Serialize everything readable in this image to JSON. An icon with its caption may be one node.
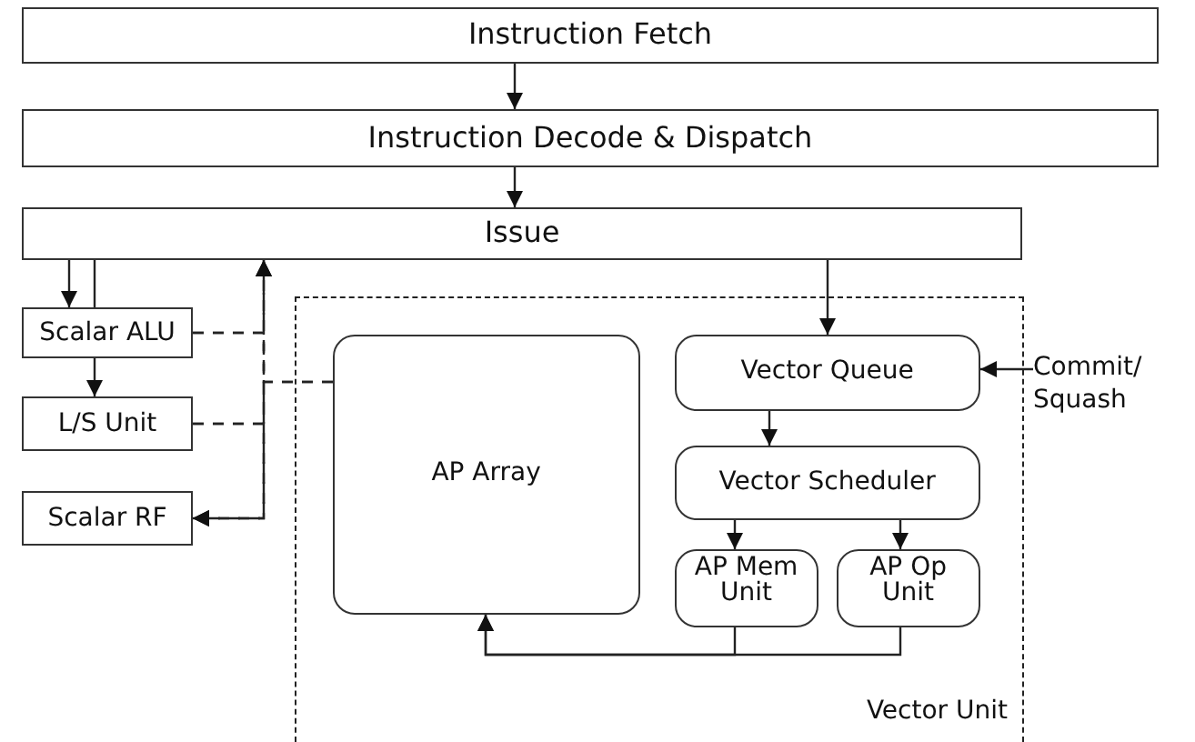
{
  "diagram": {
    "nodes": [
      {
        "text": [
          "Instruction Fetch"
        ]
      },
      {
        "text": [
          "Instruction Decode & Dispatch"
        ]
      },
      {
        "text": [
          "Issue"
        ]
      },
      {
        "text": [
          "Vector Unit"
        ]
      },
      {
        "text": [
          "Scalar ALU"
        ]
      },
      {
        "text": [
          "L/S Unit"
        ]
      },
      {
        "text": [
          "Scalar RF"
        ]
      },
      {
        "text": [
          "AP Array"
        ],
        "in": 3
      },
      {
        "text": [
          "Vector Queue"
        ],
        "in": 3
      },
      {
        "text": [
          "Vector Scheduler"
        ],
        "in": 3
      },
      {
        "text": [
          "AP Mem Unit"
        ],
        "in": 3
      },
      {
        "text": [
          "AP Op Unit"
        ],
        "in": 3
      },
      {
        "text": [
          "Commit/ Squash"
        ]
      }
    ],
    "edges": [
      {
        "from": 0,
        "to": 1,
        "arrow": "to"
      },
      {
        "from": 1,
        "to": 2,
        "arrow": "to"
      },
      {
        "from": 2,
        "to": 4,
        "arrow": "to"
      },
      {
        "from": 2,
        "to": 4,
        "arrow": "none"
      },
      {
        "from": 4,
        "to": 5,
        "arrow": "to"
      },
      {
        "from": 4,
        "to": 2,
        "arrow": "to",
        "style": "dashed"
      },
      {
        "from": 5,
        "to": 2,
        "arrow": "to",
        "style": "dashed"
      },
      {
        "from": 7,
        "to": 2,
        "arrow": "to",
        "style": "dashed"
      },
      {
        "from": 7,
        "to": 6,
        "arrow": "to",
        "style": "dashed"
      },
      {
        "from": 4,
        "to": 6,
        "arrow": "to",
        "style": "dashed"
      },
      {
        "from": 5,
        "to": 6,
        "arrow": "to",
        "style": "dashed"
      },
      {
        "from": 2,
        "to": 8,
        "arrow": "to"
      },
      {
        "from": 12,
        "to": 8,
        "arrow": "to"
      },
      {
        "from": 8,
        "to": 9,
        "arrow": "to"
      },
      {
        "from": 9,
        "to": 10,
        "arrow": "to"
      },
      {
        "from": 9,
        "to": 11,
        "arrow": "to"
      },
      {
        "from": 10,
        "to": 7,
        "arrow": "to"
      },
      {
        "from": 11,
        "to": 7,
        "arrow": "to"
      }
    ]
  }
}
